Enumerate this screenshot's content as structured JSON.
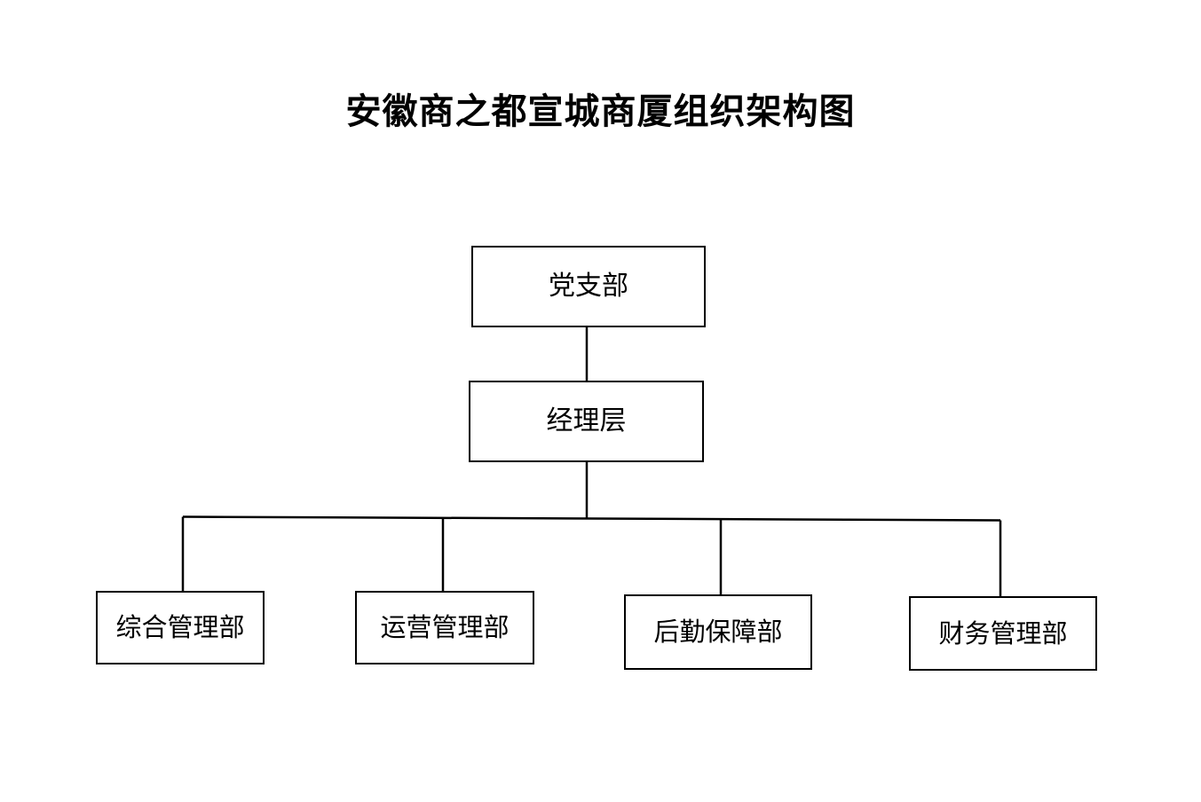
{
  "page": {
    "title": "安徽商之都宣城商厦组织架构图",
    "background_color": "#ffffff",
    "line_color": "#000000",
    "text_color": "#000000"
  },
  "chart_data": {
    "type": "diagram",
    "diagram_kind": "organizational-chart",
    "title": "安徽商之都宣城商厦组织架构图",
    "orientation": "top-down",
    "nodes": [
      {
        "id": "party-branch",
        "label": "党支部",
        "level": 0
      },
      {
        "id": "manager-layer",
        "label": "经理层",
        "level": 1
      },
      {
        "id": "general-management",
        "label": "综合管理部",
        "level": 2
      },
      {
        "id": "operations-management",
        "label": "运营管理部",
        "level": 2
      },
      {
        "id": "logistics-support",
        "label": "后勤保障部",
        "level": 2
      },
      {
        "id": "finance-management",
        "label": "财务管理部",
        "level": 2
      }
    ],
    "edges": [
      {
        "from": "party-branch",
        "to": "manager-layer"
      },
      {
        "from": "manager-layer",
        "to": "general-management"
      },
      {
        "from": "manager-layer",
        "to": "operations-management"
      },
      {
        "from": "manager-layer",
        "to": "logistics-support"
      },
      {
        "from": "manager-layer",
        "to": "finance-management"
      }
    ]
  },
  "nodes": {
    "party_branch": {
      "label": "党支部"
    },
    "manager_layer": {
      "label": "经理层"
    },
    "departments": [
      {
        "label": "综合管理部"
      },
      {
        "label": "运营管理部"
      },
      {
        "label": "后勤保障部"
      },
      {
        "label": "财务管理部"
      }
    ]
  }
}
